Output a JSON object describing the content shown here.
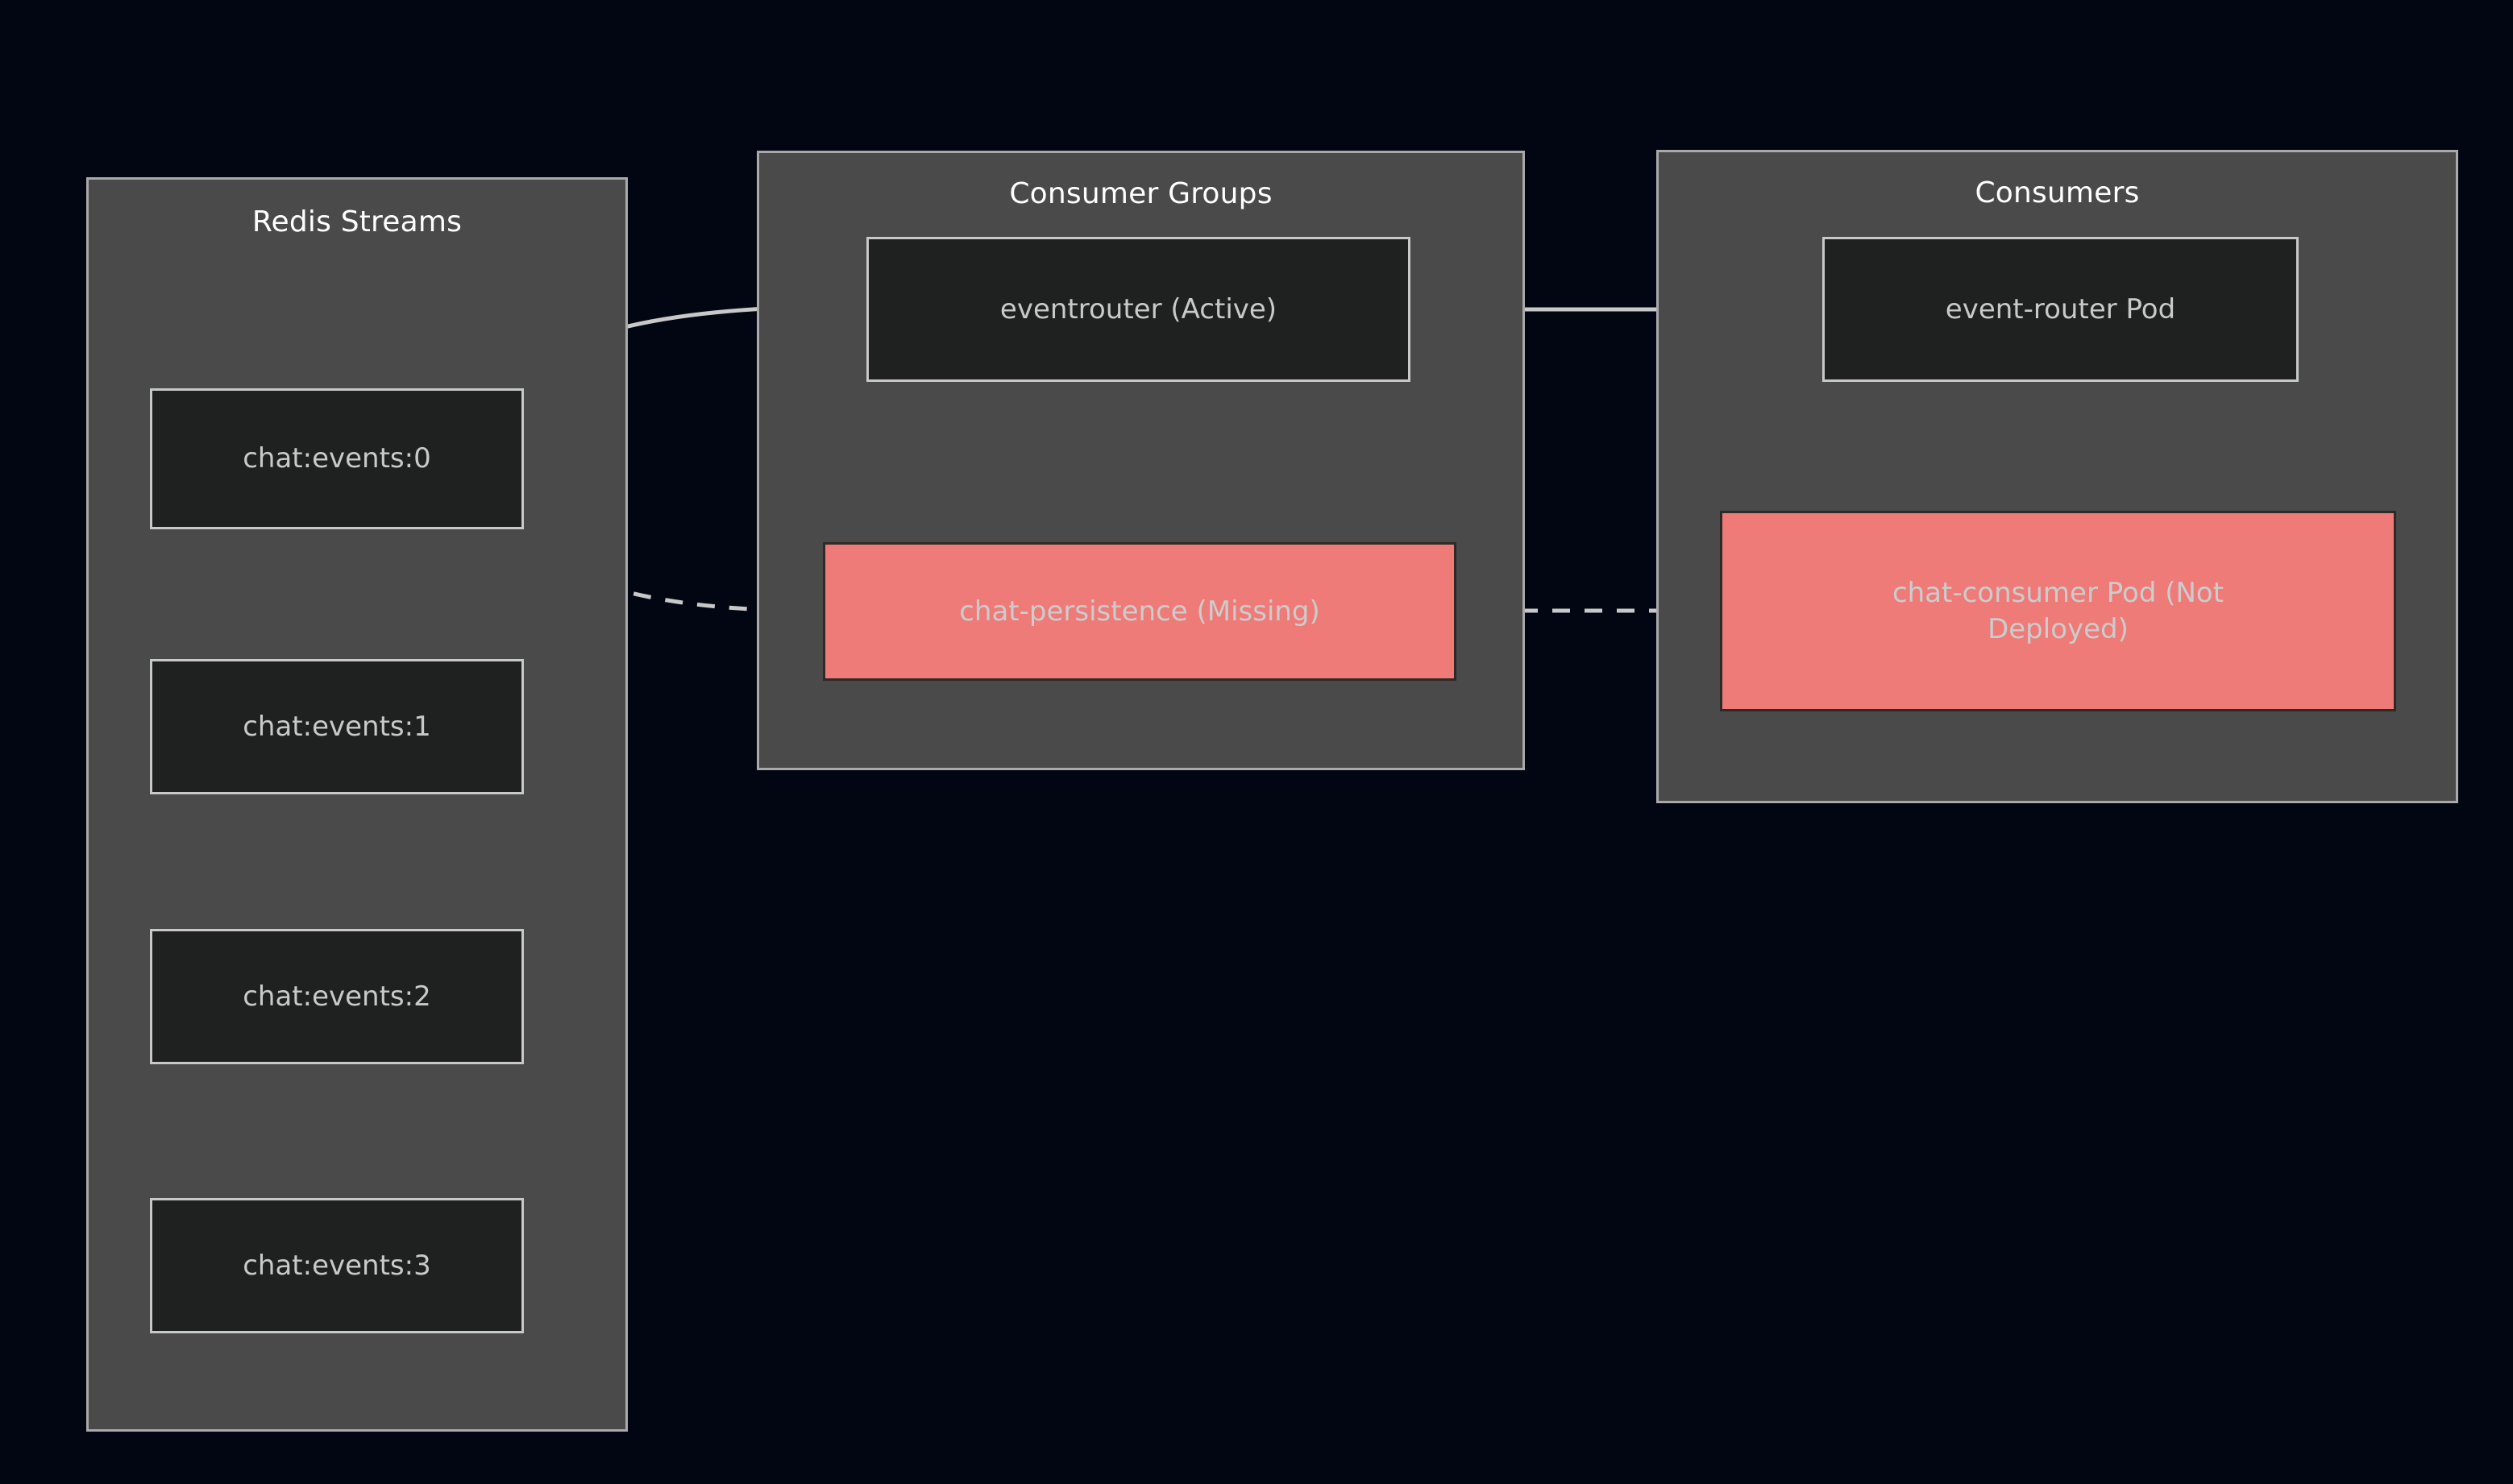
{
  "diagram": {
    "type": "flowchart",
    "background_color": "#020613",
    "cluster_fill": "#4a4a4a",
    "cluster_border": "#a9a9a9",
    "node_fill": "#1f2020",
    "node_border": "#c8c8c8",
    "node_text_color": "#c9c9c9",
    "danger_fill": "#ee7b78",
    "danger_border": "#2c2926",
    "edge_color": "#c8c8c8",
    "clusters": [
      {
        "id": "redis-streams",
        "title": "Redis Streams",
        "nodes": [
          {
            "id": "chat-events-0",
            "label": "chat:events:0",
            "state": "normal"
          },
          {
            "id": "chat-events-1",
            "label": "chat:events:1",
            "state": "normal"
          },
          {
            "id": "chat-events-2",
            "label": "chat:events:2",
            "state": "normal"
          },
          {
            "id": "chat-events-3",
            "label": "chat:events:3",
            "state": "normal"
          }
        ]
      },
      {
        "id": "consumer-groups",
        "title": "Consumer Groups",
        "nodes": [
          {
            "id": "eventrouter",
            "label": "eventrouter (Active)",
            "state": "normal"
          },
          {
            "id": "chat-persistence",
            "label": "chat-persistence (Missing)",
            "state": "danger"
          }
        ]
      },
      {
        "id": "consumers",
        "title": "Consumers",
        "nodes": [
          {
            "id": "event-router-pod",
            "label": "event-router Pod",
            "state": "normal"
          },
          {
            "id": "chat-consumer-pod",
            "label": "chat-consumer Pod (Not Deployed)",
            "state": "danger"
          }
        ]
      }
    ],
    "edges": [
      {
        "id": "edge-stream0-eventrouter",
        "from": "chat-events-0",
        "to": "eventrouter",
        "style": "solid",
        "arrow": true
      },
      {
        "id": "edge-stream0-persistence",
        "from": "chat-events-0",
        "to": "chat-persistence",
        "style": "dotted",
        "arrow": true
      },
      {
        "id": "edge-eventrouter-pod",
        "from": "eventrouter",
        "to": "event-router-pod",
        "style": "solid",
        "arrow": true
      },
      {
        "id": "edge-persistence-consumerpod",
        "from": "chat-persistence",
        "to": "chat-consumer-pod",
        "style": "dotted",
        "arrow": true
      }
    ]
  }
}
